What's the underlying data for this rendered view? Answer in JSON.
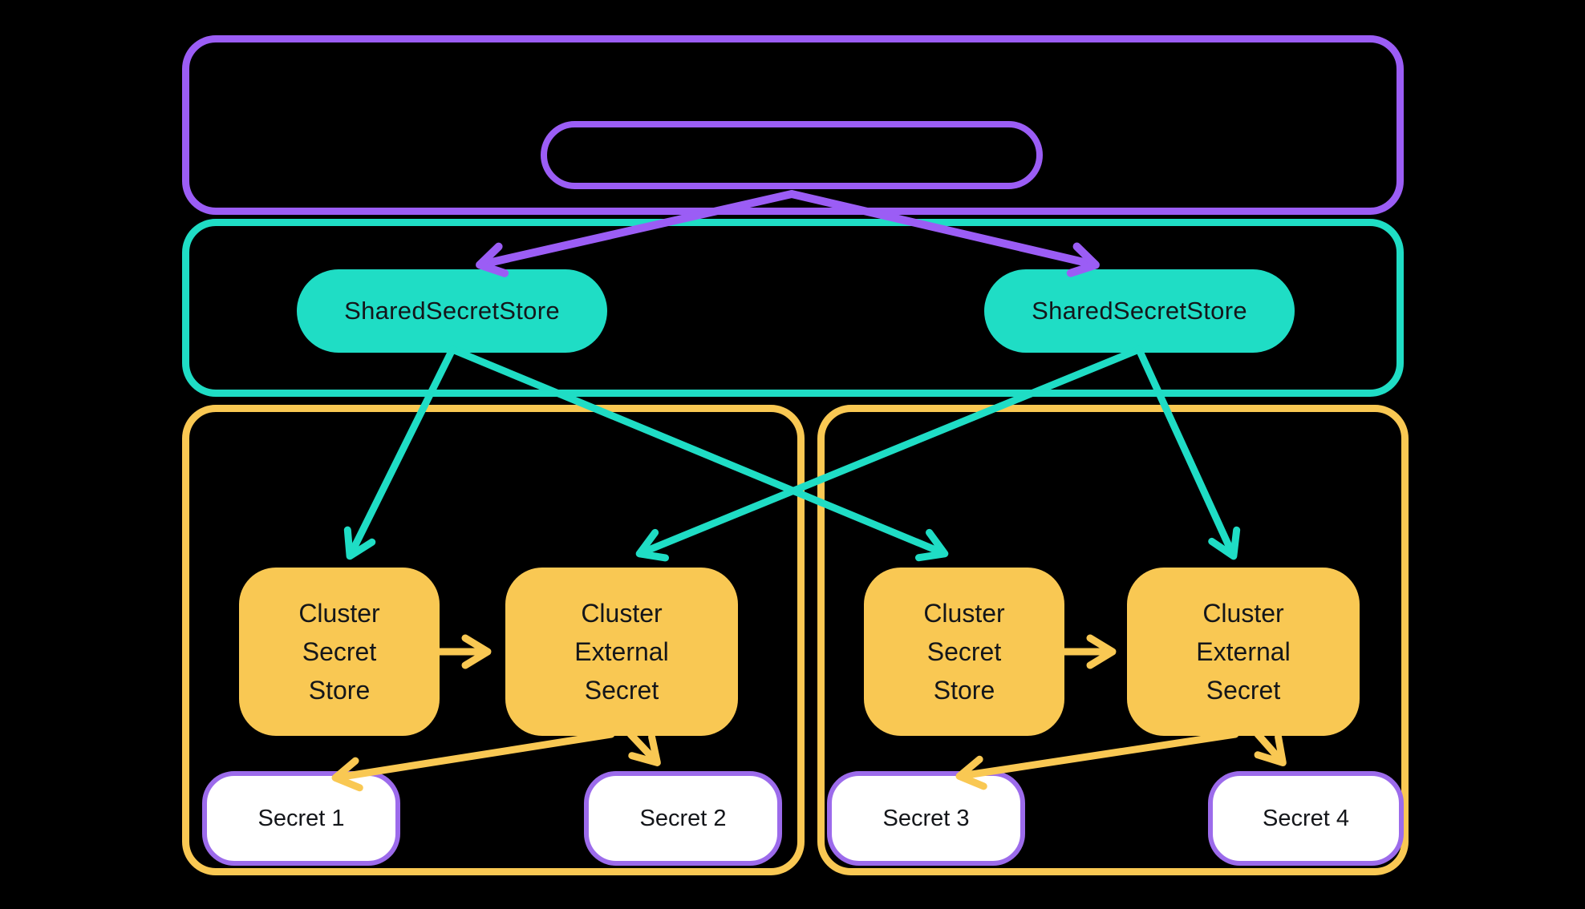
{
  "colors": {
    "background": "#000000",
    "purple": "#9B5DF5",
    "teal": "#1FDDC5",
    "yellow": "#F9C853",
    "secret_border": "#9C6BEB",
    "secret_fill": "#FFFFFF",
    "text": "#14161A"
  },
  "nodes": {
    "top_pill": {
      "label": ""
    },
    "shared_secret_store_left": {
      "label": "SharedSecretStore"
    },
    "shared_secret_store_right": {
      "label": "SharedSecretStore"
    },
    "cluster_secret_store_left": {
      "lines": [
        "Cluster",
        "Secret",
        "Store"
      ]
    },
    "cluster_external_secret_left": {
      "lines": [
        "Cluster",
        "External",
        "Secret"
      ]
    },
    "cluster_secret_store_right": {
      "lines": [
        "Cluster",
        "Secret",
        "Store"
      ]
    },
    "cluster_external_secret_right": {
      "lines": [
        "Cluster",
        "External",
        "Secret"
      ]
    },
    "secret_1": {
      "label": "Secret 1"
    },
    "secret_2": {
      "label": "Secret 2"
    },
    "secret_3": {
      "label": "Secret 3"
    },
    "secret_4": {
      "label": "Secret 4"
    }
  },
  "edges": [
    {
      "from": "top_pill",
      "to": "shared_secret_store_left",
      "color": "purple"
    },
    {
      "from": "top_pill",
      "to": "shared_secret_store_right",
      "color": "purple"
    },
    {
      "from": "shared_secret_store_left",
      "to": "cluster_secret_store_left",
      "color": "teal"
    },
    {
      "from": "shared_secret_store_left",
      "to": "cluster_secret_store_right",
      "color": "teal"
    },
    {
      "from": "shared_secret_store_right",
      "to": "cluster_external_secret_left",
      "color": "teal"
    },
    {
      "from": "shared_secret_store_right",
      "to": "cluster_external_secret_right",
      "color": "teal"
    },
    {
      "from": "cluster_secret_store_left",
      "to": "cluster_external_secret_left",
      "color": "yellow"
    },
    {
      "from": "cluster_secret_store_right",
      "to": "cluster_external_secret_right",
      "color": "yellow"
    },
    {
      "from": "cluster_external_secret_left",
      "to": "secret_1",
      "color": "yellow"
    },
    {
      "from": "cluster_external_secret_left",
      "to": "secret_2",
      "color": "yellow"
    },
    {
      "from": "cluster_external_secret_right",
      "to": "secret_3",
      "color": "yellow"
    },
    {
      "from": "cluster_external_secret_right",
      "to": "secret_4",
      "color": "yellow"
    }
  ]
}
